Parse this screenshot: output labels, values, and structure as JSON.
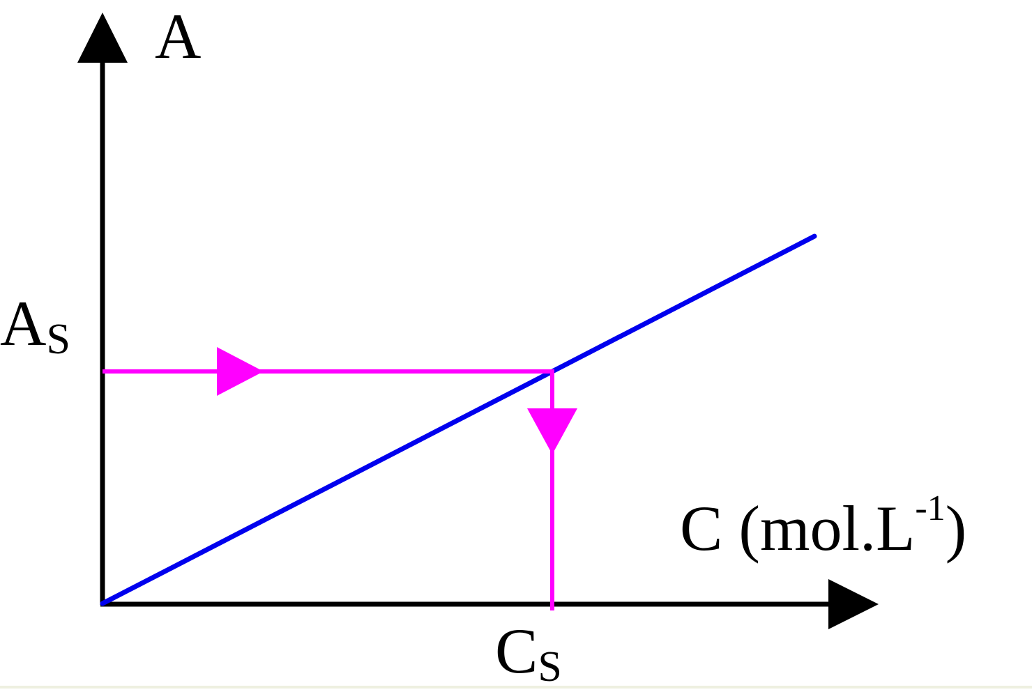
{
  "diagram": {
    "title": "",
    "type": "calibration-curve",
    "y_axis": {
      "label": "A"
    },
    "x_axis": {
      "label_main": "C (mol.L",
      "label_sup": "-1",
      "label_end": ")"
    },
    "sample_absorbance": {
      "label": "A",
      "subscript": "S"
    },
    "sample_concentration": {
      "label": "C",
      "subscript": "S"
    },
    "colors": {
      "axis": "#000000",
      "calibration_line": "#0000ee",
      "reading_path": "#ff00ff",
      "bottom_strip": "#eef0e0"
    }
  },
  "chart_data": {
    "type": "line",
    "title": "",
    "xlabel": "C (mol.L-1)",
    "ylabel": "A",
    "series": [
      {
        "name": "calibration line",
        "x": [
          0,
          1.0
        ],
        "y": [
          0,
          0.6
        ]
      }
    ],
    "annotations": [
      {
        "label": "A_S",
        "axis": "y",
        "value": 0.4,
        "description": "sample absorbance read horizontally to the line"
      },
      {
        "label": "C_S",
        "axis": "x",
        "value": 0.63,
        "description": "sample concentration read down to the x-axis"
      }
    ],
    "grid": false,
    "legend": null
  }
}
